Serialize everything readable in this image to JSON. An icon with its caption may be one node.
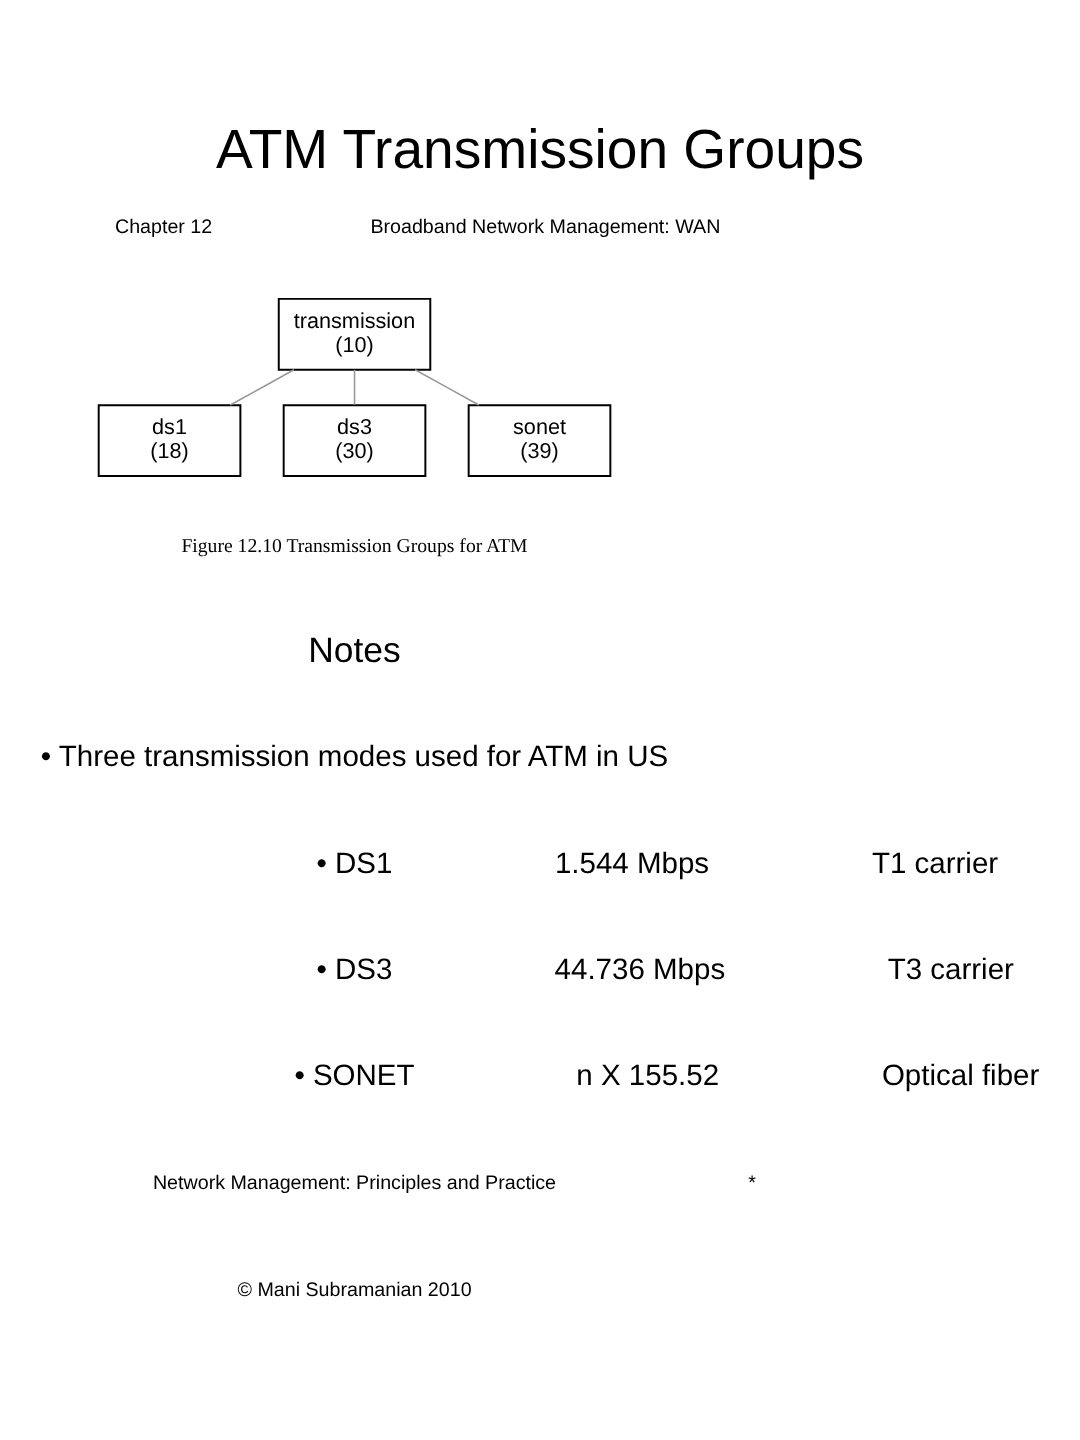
{
  "diagram": {
    "title": "ATM Transmission Groups",
    "caption": "Figure 12.10 Transmission Groups for ATM",
    "nodes": [
      {
        "text": [
          "transmission",
          "(10)"
        ]
      },
      {
        "text": [
          "ds1",
          "(18)"
        ]
      },
      {
        "text": [
          "ds3",
          "(30)"
        ]
      },
      {
        "text": [
          "sonet",
          "(39)"
        ]
      }
    ],
    "edges": [
      {
        "from": 0,
        "to": 1,
        "arrow": "none"
      },
      {
        "from": 0,
        "to": 2,
        "arrow": "none"
      },
      {
        "from": 0,
        "to": 3,
        "arrow": "none"
      }
    ],
    "labels": [
      "Chapter 12",
      "Broadband Network Management: WAN",
      "Notes",
      "• Three transmission modes used for ATM in US",
      "• DS1",
      "1.544 Mbps",
      "T1 carrier",
      "• DS3",
      "44.736 Mbps",
      "T3 carrier",
      "• SONET",
      "n X 155.52",
      "Optical fiber",
      "Network Management: Principles and Practice",
      "© Mani Subramanian 2010",
      "*"
    ]
  }
}
